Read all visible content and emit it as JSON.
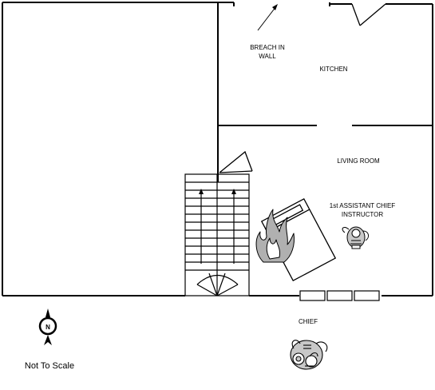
{
  "labels": {
    "breach_line1": "BREACH IN",
    "breach_line2": "WALL",
    "kitchen": "KITCHEN",
    "living_room": "LIVING ROOM",
    "asst_line1": "1st ASSISTANT CHIEF",
    "asst_line2": "INSTRUCTOR",
    "chief": "CHIEF",
    "scale_note": "Not To Scale",
    "compass_letter": "N"
  },
  "icons": {
    "compass": "north-arrow-icon",
    "fire": "fire-icon",
    "firefighter": "firefighter-icon"
  },
  "colors": {
    "line": "#000000",
    "fire_gray": "#b0b0b0",
    "figure_gray": "#c8c8c8"
  }
}
